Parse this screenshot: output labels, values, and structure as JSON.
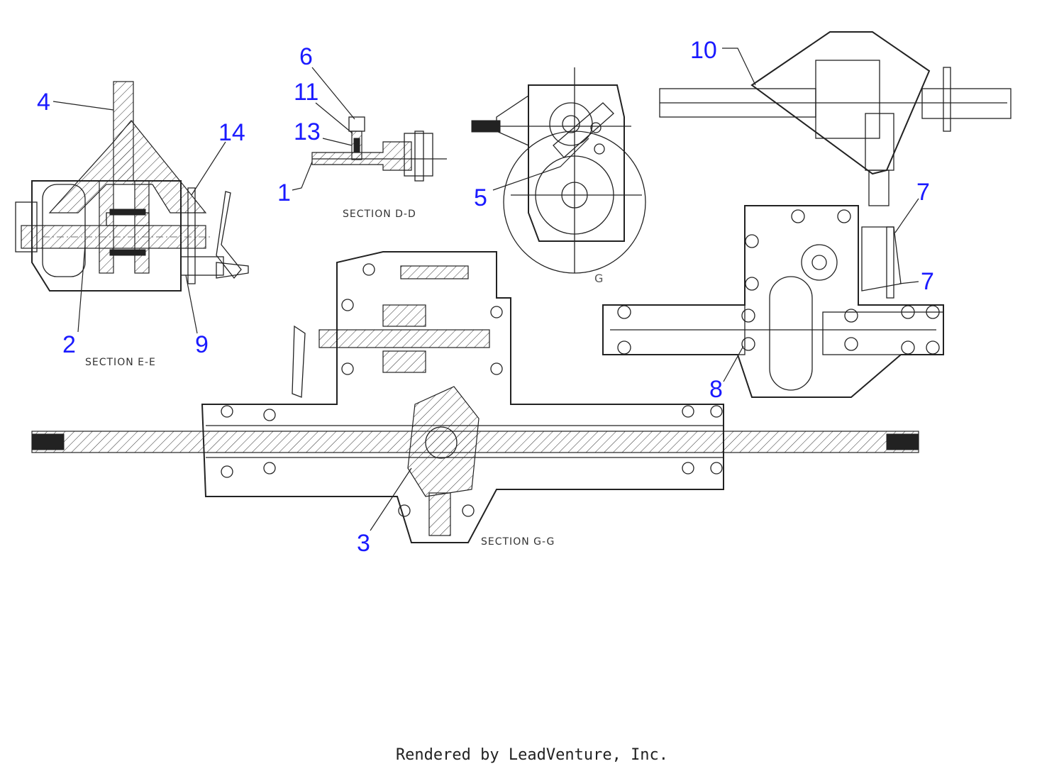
{
  "views": {
    "section_ee": {
      "label": "SECTION E-E"
    },
    "section_dd": {
      "label": "SECTION D-D"
    },
    "view_g": {
      "label": "G"
    },
    "section_gg": {
      "label": "SECTION G-G"
    }
  },
  "callouts": [
    {
      "id": "4",
      "text": "4"
    },
    {
      "id": "14",
      "text": "14"
    },
    {
      "id": "2",
      "text": "2"
    },
    {
      "id": "9",
      "text": "9"
    },
    {
      "id": "6",
      "text": "6"
    },
    {
      "id": "11",
      "text": "11"
    },
    {
      "id": "13",
      "text": "13"
    },
    {
      "id": "1",
      "text": "1"
    },
    {
      "id": "5",
      "text": "5"
    },
    {
      "id": "10",
      "text": "10"
    },
    {
      "id": "7a",
      "text": "7"
    },
    {
      "id": "7b",
      "text": "7"
    },
    {
      "id": "8",
      "text": "8"
    },
    {
      "id": "3",
      "text": "3"
    }
  ],
  "colors": {
    "callout": "#1a1aff",
    "line": "#222222"
  },
  "footer": {
    "text": "Rendered by LeadVenture, Inc."
  }
}
